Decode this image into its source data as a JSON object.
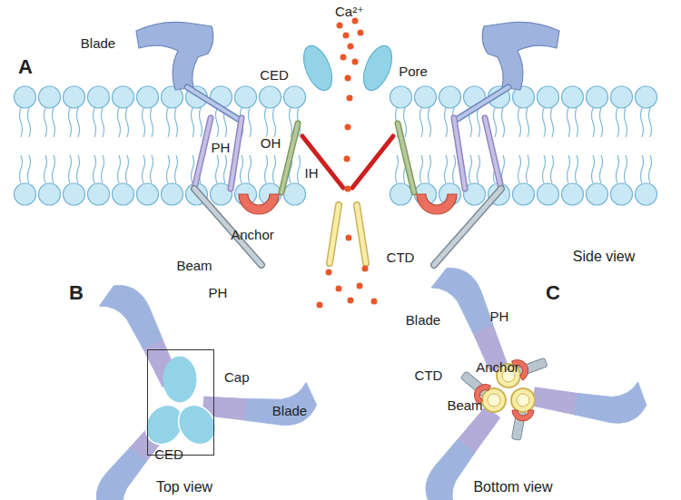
{
  "diagram": {
    "nodes": [
      {
        "text": [
          "Cap"
        ]
      }
    ],
    "labels": [
      "A",
      "Blade",
      "Ca²⁺",
      "CED",
      "Pore",
      "PH",
      "OH",
      "IH",
      "Anchor",
      "CTD",
      "Beam",
      "Side view",
      "B",
      "PH",
      "Blade",
      "CED",
      "Top view",
      "C",
      "Blade",
      "PH",
      "CTD",
      "Anchor",
      "Beam",
      "Bottom view"
    ]
  }
}
